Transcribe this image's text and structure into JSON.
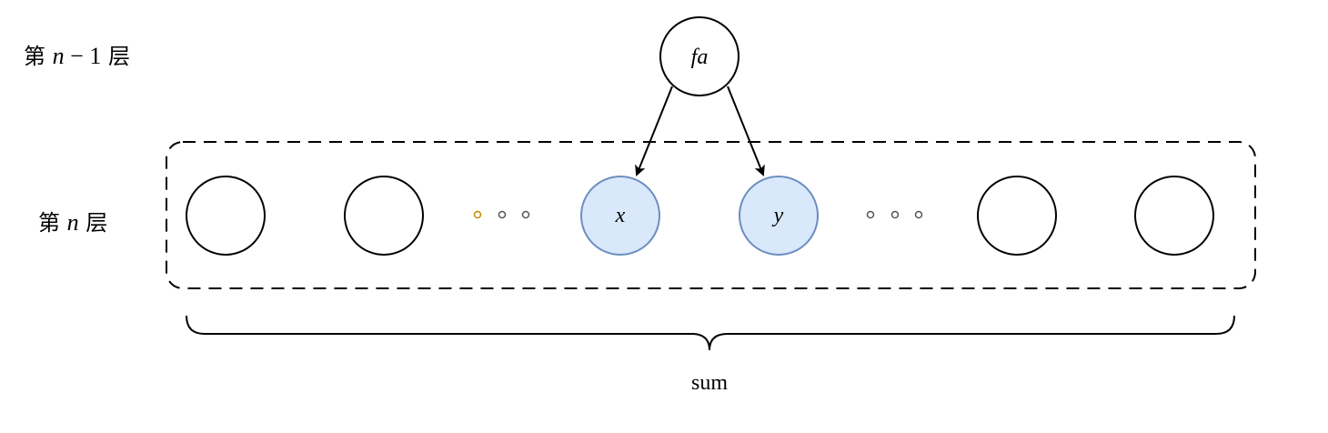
{
  "labels": {
    "layer_prefix": "第",
    "layer_suffix": "层",
    "upper_var": "n",
    "upper_op": " − ",
    "upper_num": "1",
    "lower_var": "n"
  },
  "nodes": {
    "parent": "fa",
    "x": "x",
    "y": "y",
    "sum": "sum"
  },
  "colors": {
    "highlight_fill": "#dae8fc",
    "highlight_stroke": "#6c8ebf",
    "stroke": "#000000",
    "ellipsis_dot": "#c58a00"
  }
}
